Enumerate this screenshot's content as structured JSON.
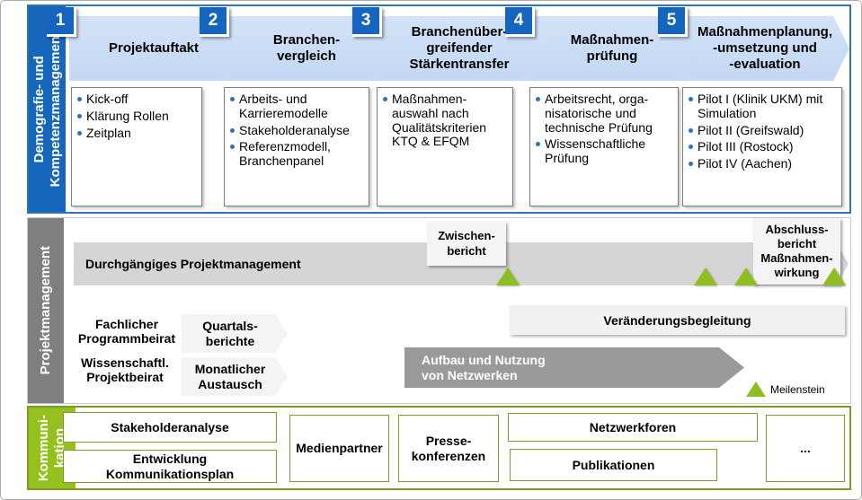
{
  "sections": {
    "top": {
      "label": "Demografie- und\nKompetenzmanagement",
      "phases": [
        {
          "number": "1",
          "title": "Projektauftakt",
          "bullets": [
            "Kick-off",
            "Klärung Rollen",
            "Zeitplan"
          ]
        },
        {
          "number": "2",
          "title": "Branchen-\nvergleich",
          "bullets": [
            "Arbeits- und Karrieremodelle",
            "Stakeholderanalyse",
            "Referenzmodell, Branchenpanel"
          ]
        },
        {
          "number": "3",
          "title": "Branchenüber-\ngreifender\nStärkentransfer",
          "bullets": [
            "Maßnahmen-auswahl nach Qualitätskriterien KTQ & EFQM"
          ]
        },
        {
          "number": "4",
          "title": "Maßnahmen-\nprüfung",
          "bullets": [
            "Arbeitsrecht, orga-nisatorische und technische Prüfung",
            "Wissenschaftliche Prüfung"
          ]
        },
        {
          "number": "5",
          "title": "Maßnahmenplanung,\n-umsetzung und\n-evaluation",
          "bullets": [
            "Pilot I (Klinik UKM) mit Simulation",
            "Pilot II (Greifswald)",
            "Pilot III (Rostock)",
            "Pilot IV (Aachen)"
          ]
        }
      ]
    },
    "middle": {
      "label": "Projektmanagement",
      "main_bar": "Durchgängiges Projektmanagement",
      "zwischenbericht": "Zwischen-\nbericht",
      "abschlussbericht": "Abschluss-\nbericht\nMaßnahmen-\nwirkung",
      "fachlicher_beirat": "Fachlicher\nProgrammbeirat",
      "quartalsberichte": "Quartals-\nberichte",
      "wissenschaftl_beirat": "Wissenschaftl.\nProjektbeirat",
      "monatlicher_austausch": "Monatlicher\nAustausch",
      "veraenderungsbegleitung": "Veränderungsbegleitung",
      "netzwerke": "Aufbau und Nutzung\nvon Netzwerken",
      "meilenstein_label": "Meilenstein",
      "milestone_count": 4
    },
    "bottom": {
      "label": "Kommuni-\nkation",
      "stakeholderanalyse": "Stakeholderanalyse",
      "kommunikationsplan": "Entwicklung\nKommunikationsplan",
      "medienpartner": "Medienpartner",
      "pressekonferenzen": "Presse-\nkonferenzen",
      "netzwerkforen": "Netzwerkforen",
      "publikationen": "Publikationen",
      "weitere": "..."
    },
    "colors": {
      "primary_blue": "#1666bb",
      "light_blue_arrow": "#c9dcf5",
      "section_border_blue": "#2e75b6",
      "gray_bar": "#7f7f7f",
      "light_gray_bar": "#d5d5d5",
      "dark_gray_arrow": "#9a9a9a",
      "milestone_green": "#8ebe21",
      "kommunikation_green": "#95c11e",
      "olive_border": "#7d9b29"
    }
  }
}
